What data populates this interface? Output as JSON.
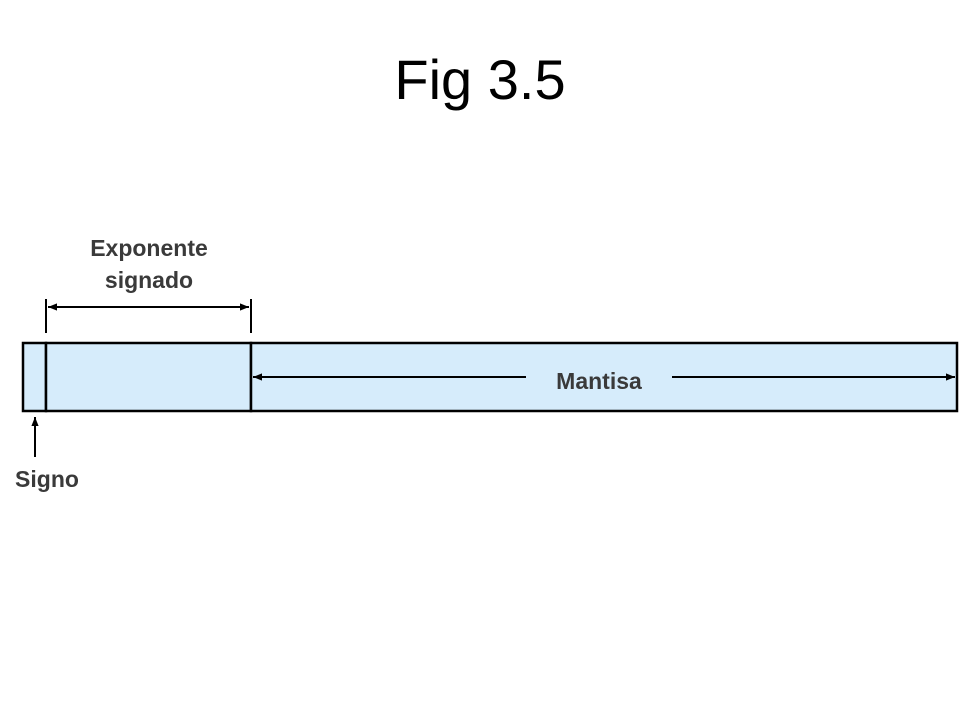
{
  "title": "Fig 3.5",
  "labels": {
    "exponent_line1": "Exponente",
    "exponent_line2": "signado",
    "mantissa": "Mantisa",
    "sign": "Signo"
  },
  "colors": {
    "field_fill": "#d6ecfb",
    "stroke": "#000000",
    "label_text": "#3a3a3a"
  }
}
